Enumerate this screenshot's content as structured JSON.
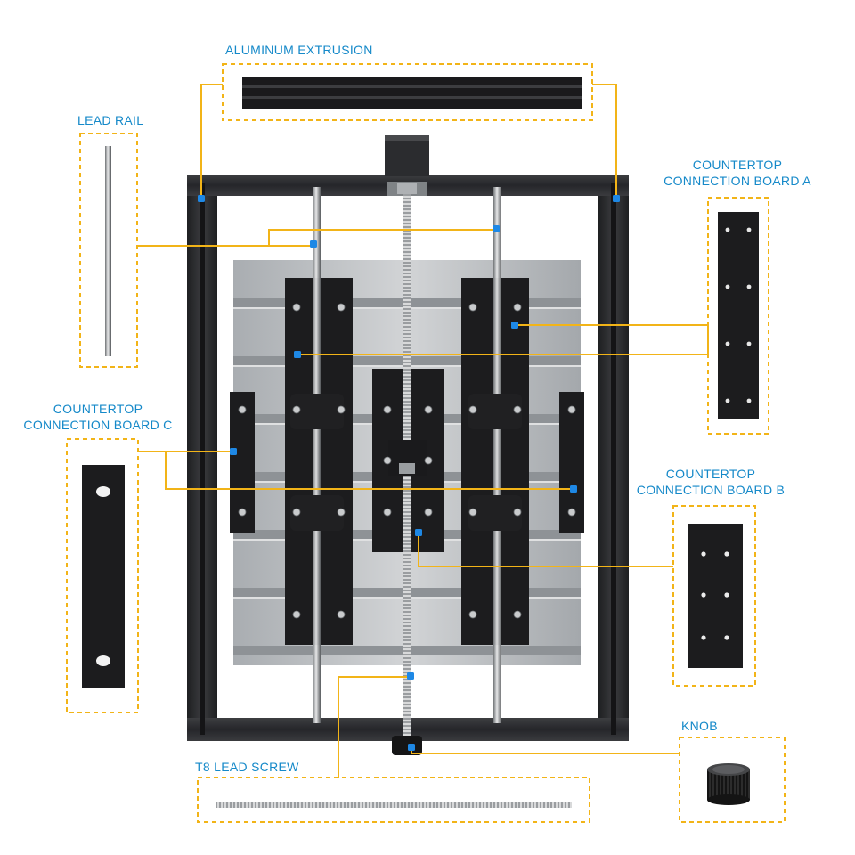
{
  "labels": {
    "aluminum_extrusion": "ALUMINUM EXTRUSION",
    "lead_rail": "LEAD RAIL",
    "board_a_line1": "COUNTERTOP",
    "board_a_line2": "CONNECTION BOARD A",
    "board_c_line1": "COUNTERTOP",
    "board_c_line2": "CONNECTION BOARD C",
    "board_b_line1": "COUNTERTOP",
    "board_b_line2": "CONNECTION BOARD B",
    "knob": "KNOB",
    "lead_screw": "T8 LEAD SCREW"
  },
  "colors": {
    "label_text": "#1589c9",
    "callout_line": "#f2b418",
    "marker_dot": "#1e88e5",
    "frame": "#2a2b2e",
    "plate": "#b9bcc0",
    "board": "#1c1c1e"
  }
}
